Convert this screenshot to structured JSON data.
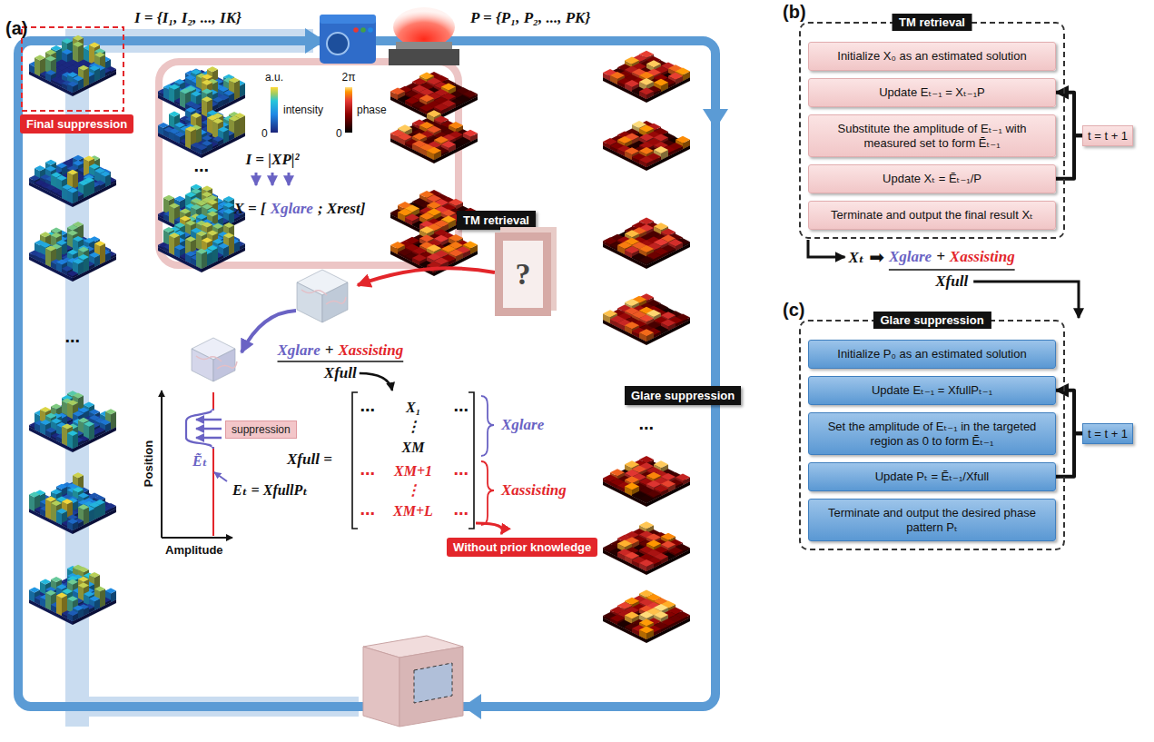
{
  "diagram": {
    "nodes": [
      {
        "text": [
          "Final suppression"
        ]
      },
      {
        "text": [
          "TM retrieval"
        ]
      },
      {
        "text": [
          "?"
        ]
      },
      {
        "text": [
          "suppression"
        ]
      },
      {
        "text": [
          "Without prior knowledge"
        ]
      },
      {
        "text": [
          "Glare suppression"
        ]
      },
      {
        "text": [
          "TM retrieval"
        ]
      },
      {
        "text": [
          "Initialize X₀ as an estimated solution"
        ],
        "in": 6
      },
      {
        "text": [
          "Update Eₜ₋₁ = Xₜ₋₁P"
        ],
        "in": 6
      },
      {
        "text": [
          "Substitute the amplitude of Eₜ₋₁ with measured set to form Ẽₜ₋₁"
        ],
        "in": 6
      },
      {
        "text": [
          "Update Xₜ = Ẽₜ₋₁/P"
        ],
        "in": 6
      },
      {
        "text": [
          "Terminate and output the final result Xₜ"
        ],
        "in": 6
      },
      {
        "text": [
          "t = t + 1"
        ]
      },
      {
        "text": [
          "Glare suppression"
        ]
      },
      {
        "text": [
          "Initialize P₀ as an estimated solution"
        ],
        "in": 13
      },
      {
        "text": [
          "Update Eₜ₋₁ = XfullPₜ₋₁"
        ],
        "in": 13
      },
      {
        "text": [
          "Set the amplitude of Eₜ₋₁ in the targeted region as 0 to form Ẽₜ₋₁"
        ],
        "in": 13
      },
      {
        "text": [
          "Update Pₜ = Ẽₜ₋₁/Xfull"
        ],
        "in": 13
      },
      {
        "text": [
          "Terminate and output the desired phase pattern Pₜ"
        ],
        "in": 13
      },
      {
        "text": [
          "t = t + 1"
        ]
      }
    ],
    "edges": [
      {
        "from": 10,
        "to": 12,
        "arrow": "none"
      },
      {
        "from": 12,
        "to": 8,
        "arrow": "to"
      },
      {
        "from": 17,
        "to": 19,
        "arrow": "none"
      },
      {
        "from": 19,
        "to": 15,
        "arrow": "to"
      }
    ],
    "labels": [
      "(a)",
      "I = {I₁, I₂, ..., IK}",
      "P = {P₁, P₂, ..., PK}",
      "...",
      "a.u.",
      "intensity",
      "0",
      "2π",
      "phase",
      "0",
      "...",
      "I = |XP|²",
      "X = [",
      "Xglare",
      "; Xrest]",
      "Xglare",
      "+",
      "Xassisting",
      "Xfull",
      "Xfull =",
      "...",
      "X₁",
      "...",
      "⋮",
      "XM",
      "...",
      "XM+1",
      "...",
      "⋮",
      "...",
      "XM+L",
      "...",
      "Xglare",
      "Xassisting",
      "Position",
      "Amplitude",
      "Ẽₜ",
      "Eₜ = XfullPₜ",
      "...",
      "(b)",
      "Xₜ",
      "➡",
      "Xglare",
      "+",
      "Xassisting",
      "Xfull",
      "(c)"
    ]
  }
}
